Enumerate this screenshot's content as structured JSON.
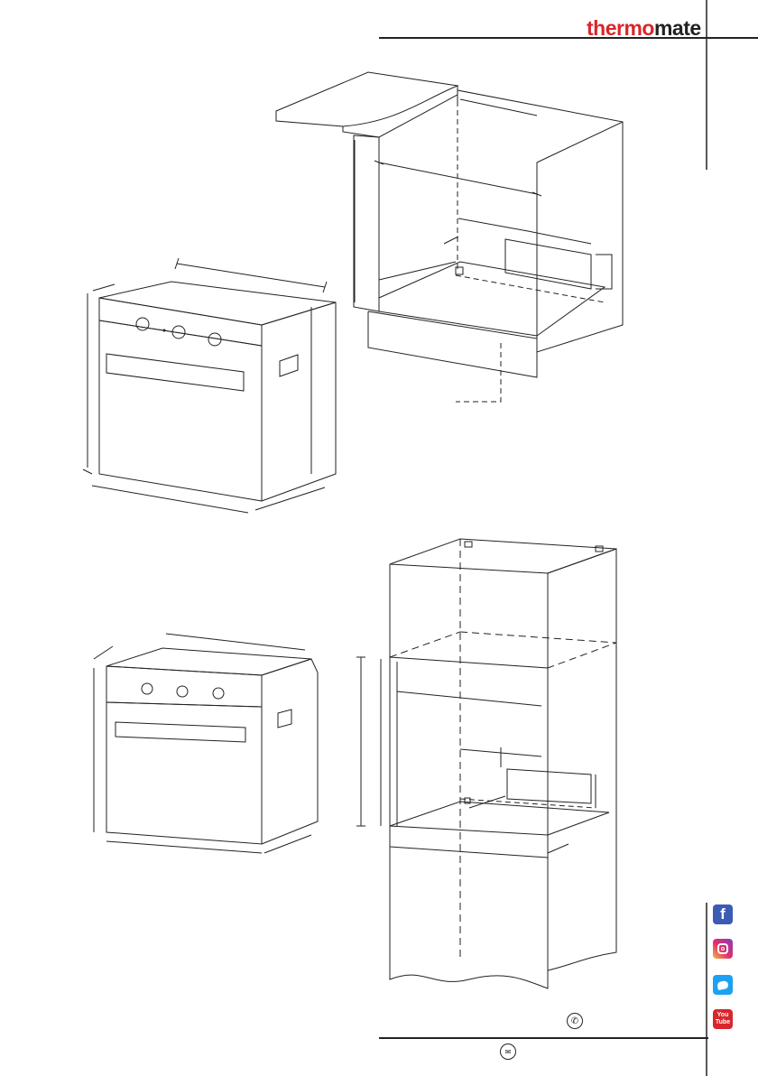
{
  "brand": {
    "part1": "thermo",
    "part2": "mate",
    "color_red": "#d9262b",
    "color_dark": "#222222"
  },
  "social": {
    "facebook_label": "f",
    "youtube_label_top": "You",
    "youtube_label_bottom": "Tube"
  },
  "icons": [
    "facebook-icon",
    "instagram-icon",
    "twitter-icon",
    "youtube-icon",
    "phone-icon",
    "mail-icon"
  ],
  "footer": {
    "phone_glyph": "✆",
    "mail_glyph": "✉"
  }
}
